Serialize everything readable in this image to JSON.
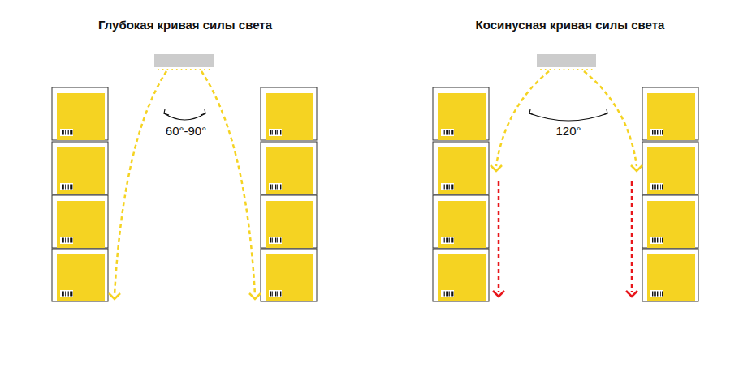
{
  "diagram": {
    "labels": [
      "Глубокая кривая силы света",
      "Косинусная кривая силы света",
      "60°-90°",
      "120°"
    ]
  }
}
